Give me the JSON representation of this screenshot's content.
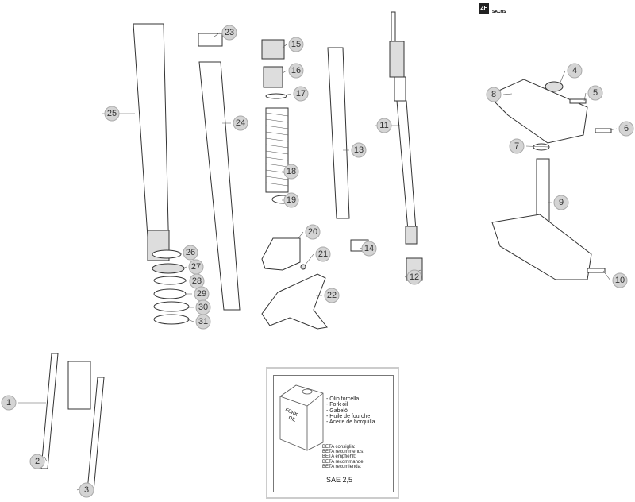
{
  "logo": {
    "zf": "ZF",
    "sachs": "SACHS"
  },
  "callouts": {
    "c1": "1",
    "c2": "2",
    "c3": "3",
    "c4": "4",
    "c5": "5",
    "c6": "6",
    "c7": "7",
    "c8": "8",
    "c9": "9",
    "c10": "10",
    "c11": "11",
    "c12": "12",
    "c13": "13",
    "c14": "14",
    "c15": "15",
    "c16": "16",
    "c17": "17",
    "c18": "18",
    "c19": "19",
    "c20": "20",
    "c21": "21",
    "c22": "22",
    "c23": "23",
    "c24": "24",
    "c25": "25",
    "c26": "26",
    "c27": "27",
    "c28": "28",
    "c29": "29",
    "c30": "30",
    "c31": "31"
  },
  "oil_box": {
    "can_label_1": "FORK",
    "can_label_2": "OIL",
    "names": [
      "- Olio forcella",
      "- Fork oil",
      "- Gabelöl",
      "- Huile de fourche",
      "- Aceite de horquilla"
    ],
    "recommend": [
      "BETA consiglia:",
      "BETA recommends:",
      "BETA empfiehlt:",
      "BETA recommande:",
      "BETA recomienda:"
    ],
    "grade": "SAE 2,5"
  }
}
